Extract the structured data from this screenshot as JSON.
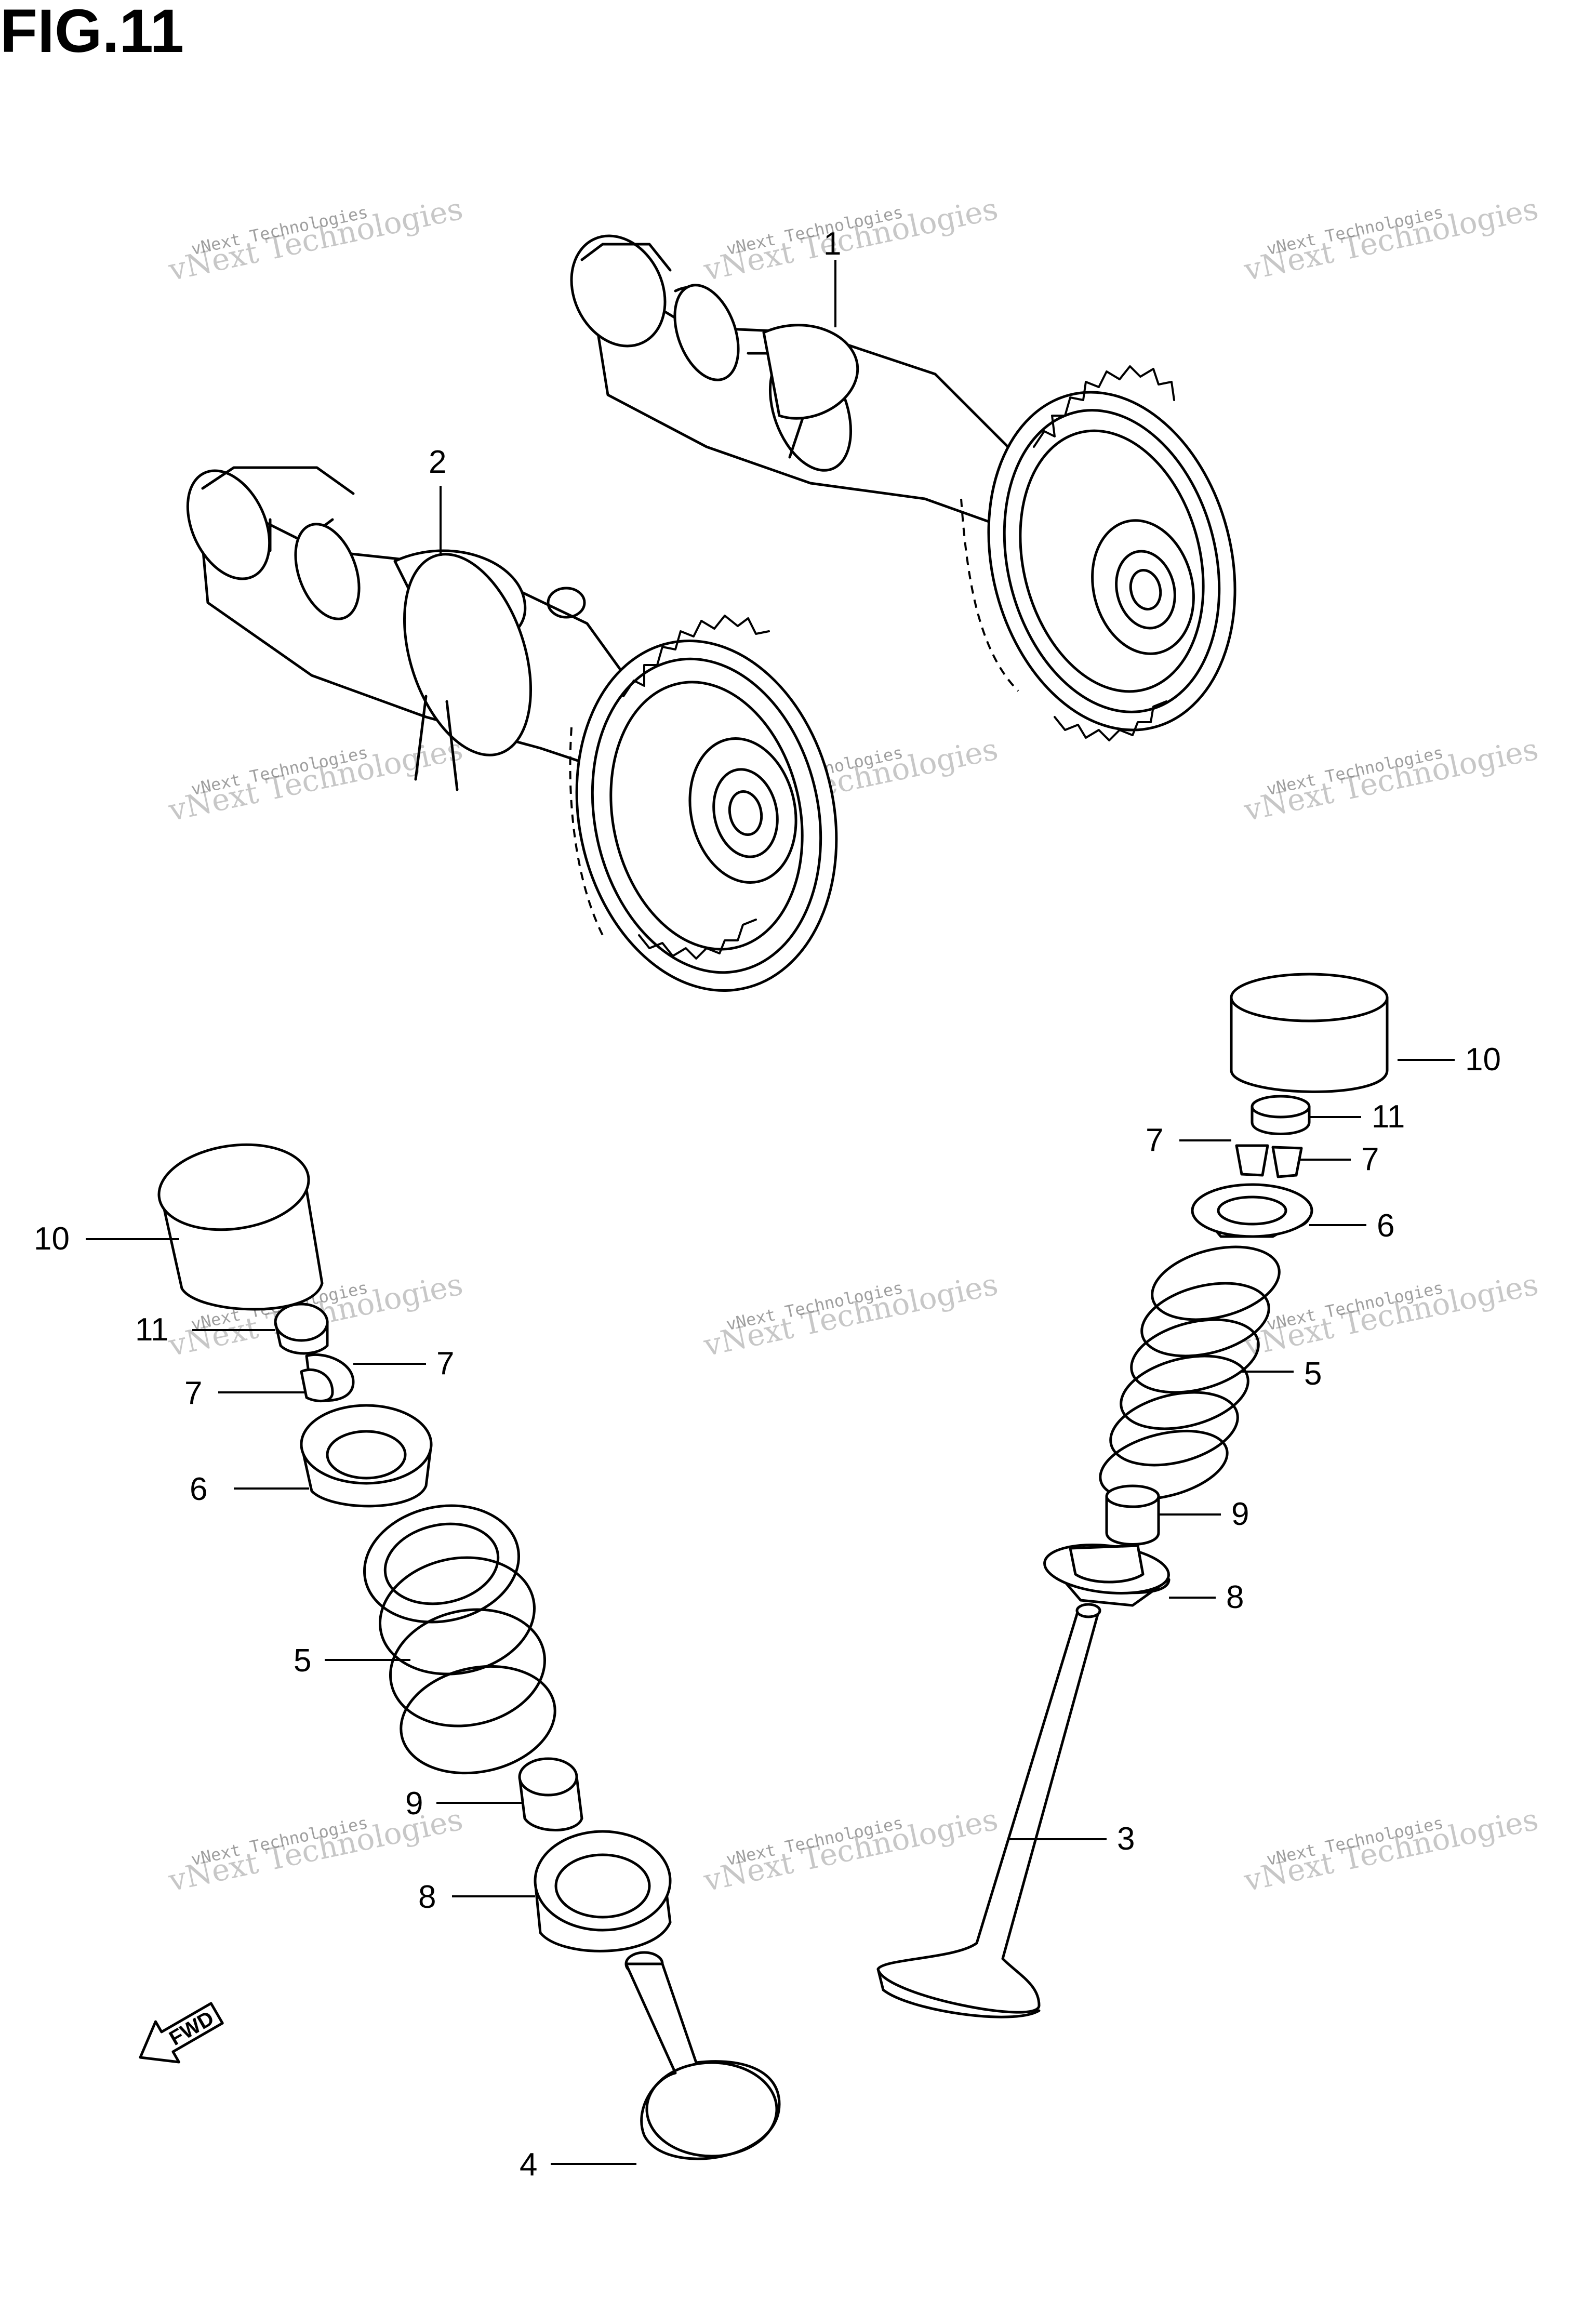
{
  "figure": {
    "title": "FIG.11"
  },
  "callouts": {
    "c1": "1",
    "c2": "2",
    "c3": "3",
    "c4": "4",
    "c5_left": "5",
    "c5_right": "5",
    "c6_left": "6",
    "c6_right": "6",
    "c7_left_a": "7",
    "c7_left_b": "7",
    "c7_right_a": "7",
    "c7_right_b": "7",
    "c8_left": "8",
    "c8_right": "8",
    "c9_left": "9",
    "c9_right": "9",
    "c10_left": "10",
    "c10_right": "10",
    "c11_left": "11",
    "c11_right": "11"
  },
  "direction_marker": {
    "label": "FWD",
    "icon": "forward-arrow-icon"
  },
  "watermark": {
    "line1": "vNext Technologies",
    "line2": "Technologies",
    "line3": "vNext"
  }
}
